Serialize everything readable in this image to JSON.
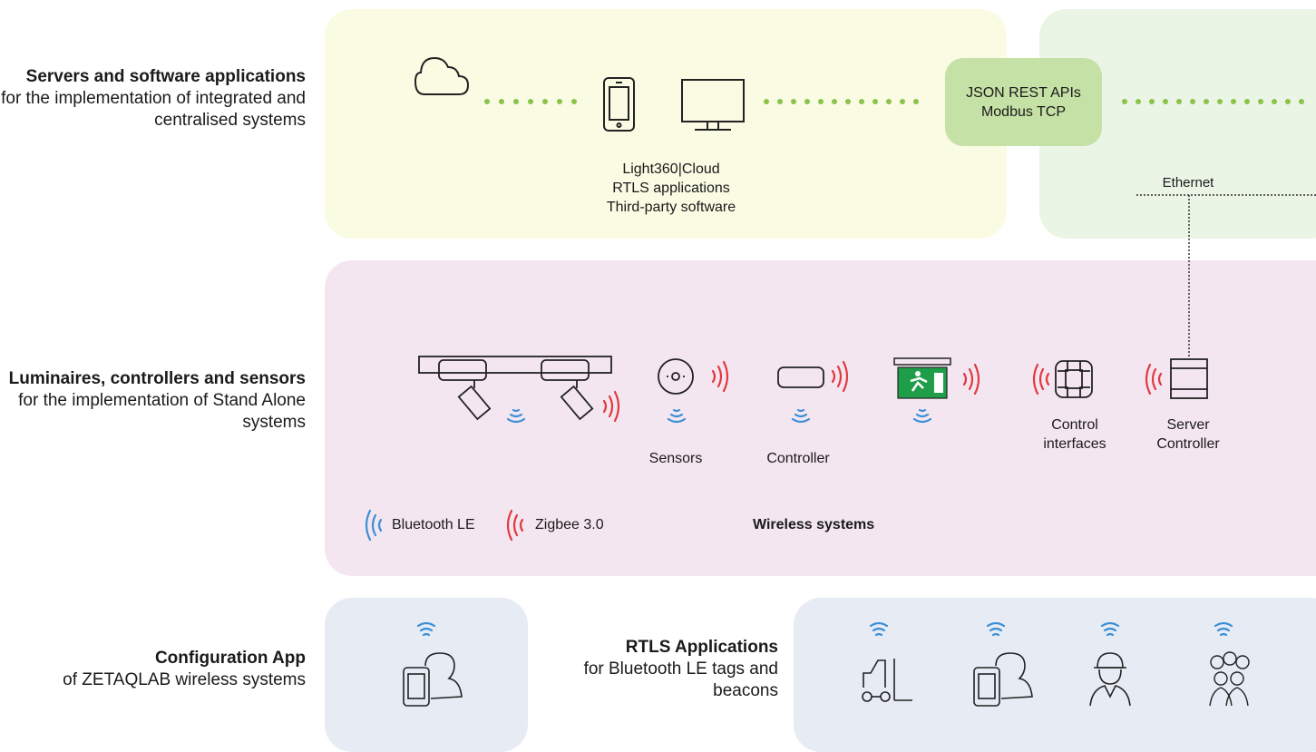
{
  "rows": {
    "servers": {
      "title": "Servers and software applications",
      "desc": "for the implementation of integrated and centralised systems"
    },
    "luminaires": {
      "title": "Luminaires, controllers and sensors",
      "desc": "for the implementation of Stand Alone systems"
    },
    "config": {
      "title": "Configuration App",
      "desc": "of ZETAQLAB wireless systems"
    },
    "rtls": {
      "title": "RTLS Applications",
      "desc": "for Bluetooth LE tags and beacons"
    }
  },
  "top": {
    "software_lines": [
      "Light360|Cloud",
      "RTLS applications",
      "Third-party software"
    ],
    "api_lines": [
      "JSON REST APIs",
      "Modbus TCP"
    ],
    "ethernet": "Ethernet"
  },
  "middle": {
    "sensors": "Sensors",
    "controller": "Controller",
    "control_interfaces": [
      "Control",
      "interfaces"
    ],
    "server_controller": [
      "Server",
      "Controller"
    ],
    "legend": {
      "bluetooth": "Bluetooth LE",
      "zigbee": "Zigbee 3.0",
      "title": "Wireless systems"
    }
  },
  "colors": {
    "yellow_panel": "#fafbe3",
    "green_panel": "#eaf5e6",
    "pink_panel": "#f4e6f1",
    "blue_panel": "#e7ebf4",
    "api_box": "#c5e1a5",
    "dots": "#8bc34a",
    "bluetooth": "#3a8fd6",
    "zigbee": "#e03a3e",
    "exit_sign": "#1f9e4a"
  },
  "icons": [
    "cloud-icon",
    "smartphone-icon",
    "monitor-icon",
    "track-spotlight-icon",
    "sensor-icon",
    "controller-icon",
    "exit-sign-icon",
    "control-interface-icon",
    "server-controller-icon",
    "phone-user-icon",
    "forklift-icon",
    "worker-icon",
    "group-icon",
    "wifi-icon"
  ]
}
